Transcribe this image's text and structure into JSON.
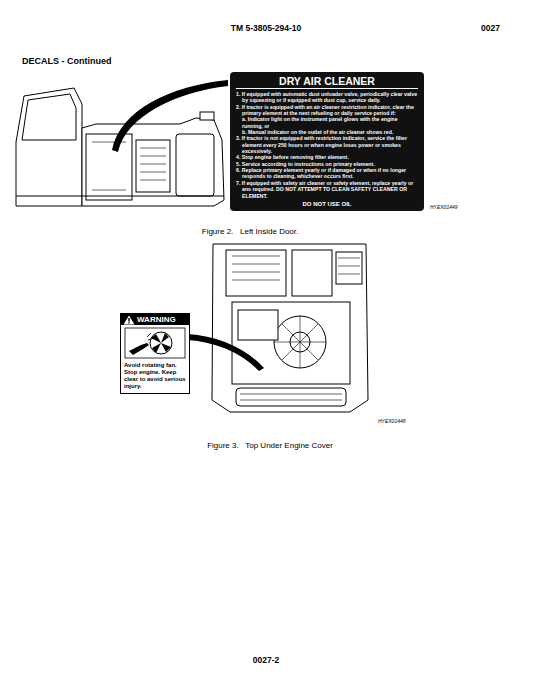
{
  "diagram": {
    "title": "DECALS - Continued",
    "nodes": [
      {
        "text": [
          "DRY AIR CLEANER",
          "1. If equipped with automatic dust unloader valve, periodically clear valve by squeezing or if equipped with dust cup, service daily.",
          "2. If tractor is equipped with an air cleaner restriction indicator, clear the primary element at the next refueling or daily service period if:",
          "a. Indicator light on the instrument panel glows with the engine running, or",
          "b. Manual indicator on the outlet of the air cleaner shows red.",
          "3. If tractor is not equipped with restriction indicator, service the filter element every 250 hours or when engine loses power or smokes excessively.",
          "4. Stop engine before removing filter element.",
          "5. Service according to instructions on primary element.",
          "6. Replace primary element yearly or if damaged or when if no longer responds to cleaning, whichever occurs first.",
          "7. If equipped with safety air cleaner or safety element, replace yearly or ans required. DO NOT ATTEMPT TO CLEAN SAFETY CLEANER OR ELEMENT.",
          "DO NOT USE OIL"
        ]
      },
      {
        "text": [
          "WARNING",
          "Avoid rotating fan. Stop engine. Keep clear to avoid serious injury."
        ]
      }
    ],
    "labels": [
      "TM 5-3805-294-10",
      "0027",
      "HYEX01449",
      "Figure 2.   Left Inside Door.",
      "HYEX01448",
      "Figure 3.   Top Under Engine Cover",
      "0027-2"
    ]
  }
}
